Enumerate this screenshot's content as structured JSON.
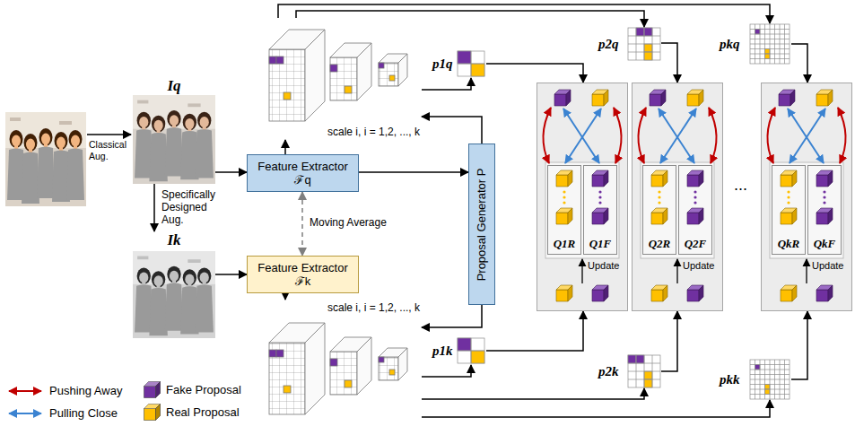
{
  "diagram": {
    "nodes": [
      {
        "text": [
          "Iq"
        ]
      },
      {
        "text": [
          "Ik"
        ]
      },
      {
        "text": [
          "Feature Extractor ℱq"
        ]
      },
      {
        "text": [
          "Feature Extractor ℱk"
        ]
      },
      {
        "text": [
          "Proposal Generator P"
        ]
      },
      {
        "text": [
          "scale i, i = 1,2, ..., k"
        ]
      },
      {
        "text": [
          "scale i, i = 1,2, ..., k"
        ]
      },
      {
        "text": [
          "p1q"
        ]
      },
      {
        "text": [
          "p2q"
        ]
      },
      {
        "text": [
          "pkq"
        ]
      },
      {
        "text": [
          "p1k"
        ]
      },
      {
        "text": [
          "p2k"
        ]
      },
      {
        "text": [
          "pkk"
        ]
      },
      {
        "text": [
          "Update"
        ]
      },
      {
        "text": [
          "Q1R"
        ],
        "in": 13
      },
      {
        "text": [
          "Q1F"
        ],
        "in": 13
      },
      {
        "text": [
          "Update"
        ]
      },
      {
        "text": [
          "Q2R"
        ],
        "in": 16
      },
      {
        "text": [
          "Q2F"
        ],
        "in": 16
      },
      {
        "text": [
          "Update"
        ]
      },
      {
        "text": [
          "QkR"
        ],
        "in": 19
      },
      {
        "text": [
          "QkF"
        ],
        "in": 19
      }
    ],
    "edges": [
      {
        "from": 0,
        "to": 1,
        "arrow": "to",
        "label": "Specifically Designed Aug."
      },
      {
        "from": 0,
        "to": 2,
        "arrow": "to"
      },
      {
        "from": 1,
        "to": 3,
        "arrow": "to"
      },
      {
        "from": 2,
        "to": 3,
        "arrow": "both",
        "label": "Moving Average"
      },
      {
        "from": 2,
        "to": 4,
        "arrow": "to"
      },
      {
        "from": 4,
        "to": 5,
        "arrow": "to"
      },
      {
        "from": 4,
        "to": 6,
        "arrow": "to"
      },
      {
        "from": 2,
        "to": 5,
        "arrow": "to"
      },
      {
        "from": 3,
        "to": 6,
        "arrow": "to"
      },
      {
        "from": 5,
        "to": 7,
        "arrow": "to"
      },
      {
        "from": 5,
        "to": 8,
        "arrow": "to"
      },
      {
        "from": 5,
        "to": 9,
        "arrow": "to"
      },
      {
        "from": 6,
        "to": 10,
        "arrow": "to"
      },
      {
        "from": 6,
        "to": 11,
        "arrow": "to"
      },
      {
        "from": 6,
        "to": 12,
        "arrow": "to"
      },
      {
        "from": 7,
        "to": 13,
        "arrow": "to"
      },
      {
        "from": 8,
        "to": 16,
        "arrow": "to"
      },
      {
        "from": 9,
        "to": 19,
        "arrow": "to"
      },
      {
        "from": 10,
        "to": 13,
        "arrow": "to"
      },
      {
        "from": 11,
        "to": 16,
        "arrow": "to"
      },
      {
        "from": 12,
        "to": 19,
        "arrow": "to"
      }
    ],
    "labels": [
      "Classical Aug.",
      "..."
    ],
    "legend": [
      {
        "text": "Pushing Away"
      },
      {
        "text": "Pulling Close"
      },
      {
        "text": "Fake Proposal",
        "color": "#7030a0"
      },
      {
        "text": "Real Proposal",
        "color": "#ffc000"
      }
    ]
  }
}
